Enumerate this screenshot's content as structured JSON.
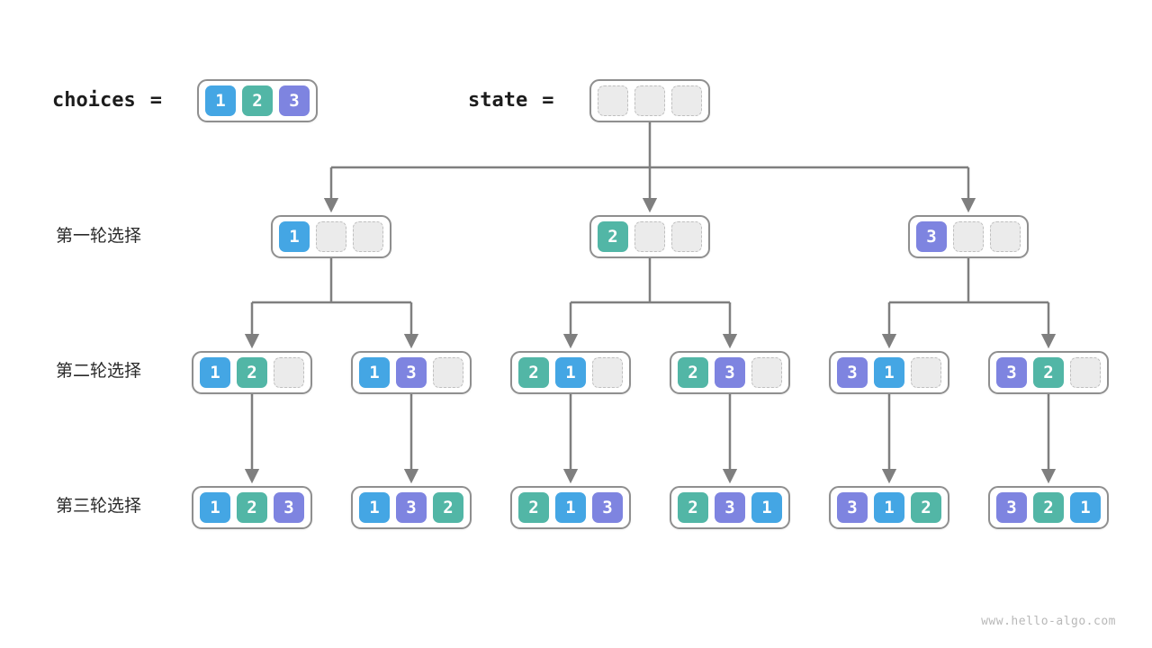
{
  "header": {
    "choices_label": "choices",
    "state_label": "state",
    "equals": "=",
    "choices_cells": [
      "1",
      "2",
      "3"
    ],
    "state_cells": [
      "",
      "",
      ""
    ]
  },
  "row_labels": [
    "第一轮选择",
    "第二轮选择",
    "第三轮选择"
  ],
  "tree": {
    "level1": [
      [
        "1",
        "",
        ""
      ],
      [
        "2",
        "",
        ""
      ],
      [
        "3",
        "",
        ""
      ]
    ],
    "level2": [
      [
        "1",
        "2",
        ""
      ],
      [
        "1",
        "3",
        ""
      ],
      [
        "2",
        "1",
        ""
      ],
      [
        "2",
        "3",
        ""
      ],
      [
        "3",
        "1",
        ""
      ],
      [
        "3",
        "2",
        ""
      ]
    ],
    "level3": [
      [
        "1",
        "2",
        "3"
      ],
      [
        "1",
        "3",
        "2"
      ],
      [
        "2",
        "1",
        "3"
      ],
      [
        "2",
        "3",
        "1"
      ],
      [
        "3",
        "1",
        "2"
      ],
      [
        "3",
        "2",
        "1"
      ]
    ]
  },
  "colors": {
    "1": "#44a6e4",
    "2": "#52b6a6",
    "3": "#7e84e0",
    "empty": "#ebebeb",
    "arrow": "#7f7f7f"
  },
  "watermark": "www.hello-algo.com"
}
